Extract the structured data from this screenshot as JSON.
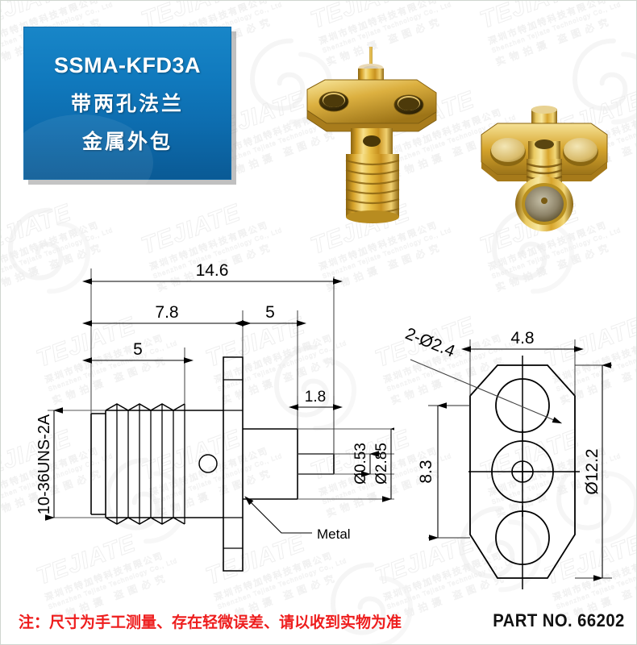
{
  "title_card": {
    "model": "SSMA-KFD3A",
    "line2": "带两孔法兰",
    "line3": "金属外包",
    "bg_color_top": "#1886c8",
    "bg_color_bottom": "#0a5a95"
  },
  "photos": [
    {
      "name": "connector-photo-angled",
      "alt": "SSMA female two-hole flange connector, gold plated, angled view"
    },
    {
      "name": "connector-photo-front",
      "alt": "SSMA female two-hole flange connector, gold plated, front view"
    }
  ],
  "watermark": {
    "brand": "TEJIATE",
    "company_cn": "深圳市特加特科技有限公司",
    "company_en": "Shenzhen Tejiate Technology Co., Ltd",
    "notice_cn": "实物拍摄  盗图必究",
    "color": "#dcdcdc"
  },
  "side_view": {
    "name": "side-elevation-drawing",
    "dimensions": {
      "overall_length": "14.6",
      "to_flange_face": "7.8",
      "thread_length": "5",
      "body_length": "5",
      "pin_length": "1.8",
      "pin_diameter": "Ø0.53",
      "body_diameter": "Ø2.85",
      "thread_spec": "10-36UNS-2A"
    },
    "callout_metal": "Metal"
  },
  "front_view": {
    "name": "flange-front-drawing",
    "dimensions": {
      "flange_width": "4.8",
      "hole_spec": "2-Ø2.4",
      "hole_spacing": "8.3",
      "flange_length": "Ø12.2"
    }
  },
  "footer": {
    "note": "注：尺寸为手工测量、存在轻微误差、请以收到实物为准",
    "note_color": "#ee1d1d",
    "part_label": "PART NO. 66202"
  }
}
